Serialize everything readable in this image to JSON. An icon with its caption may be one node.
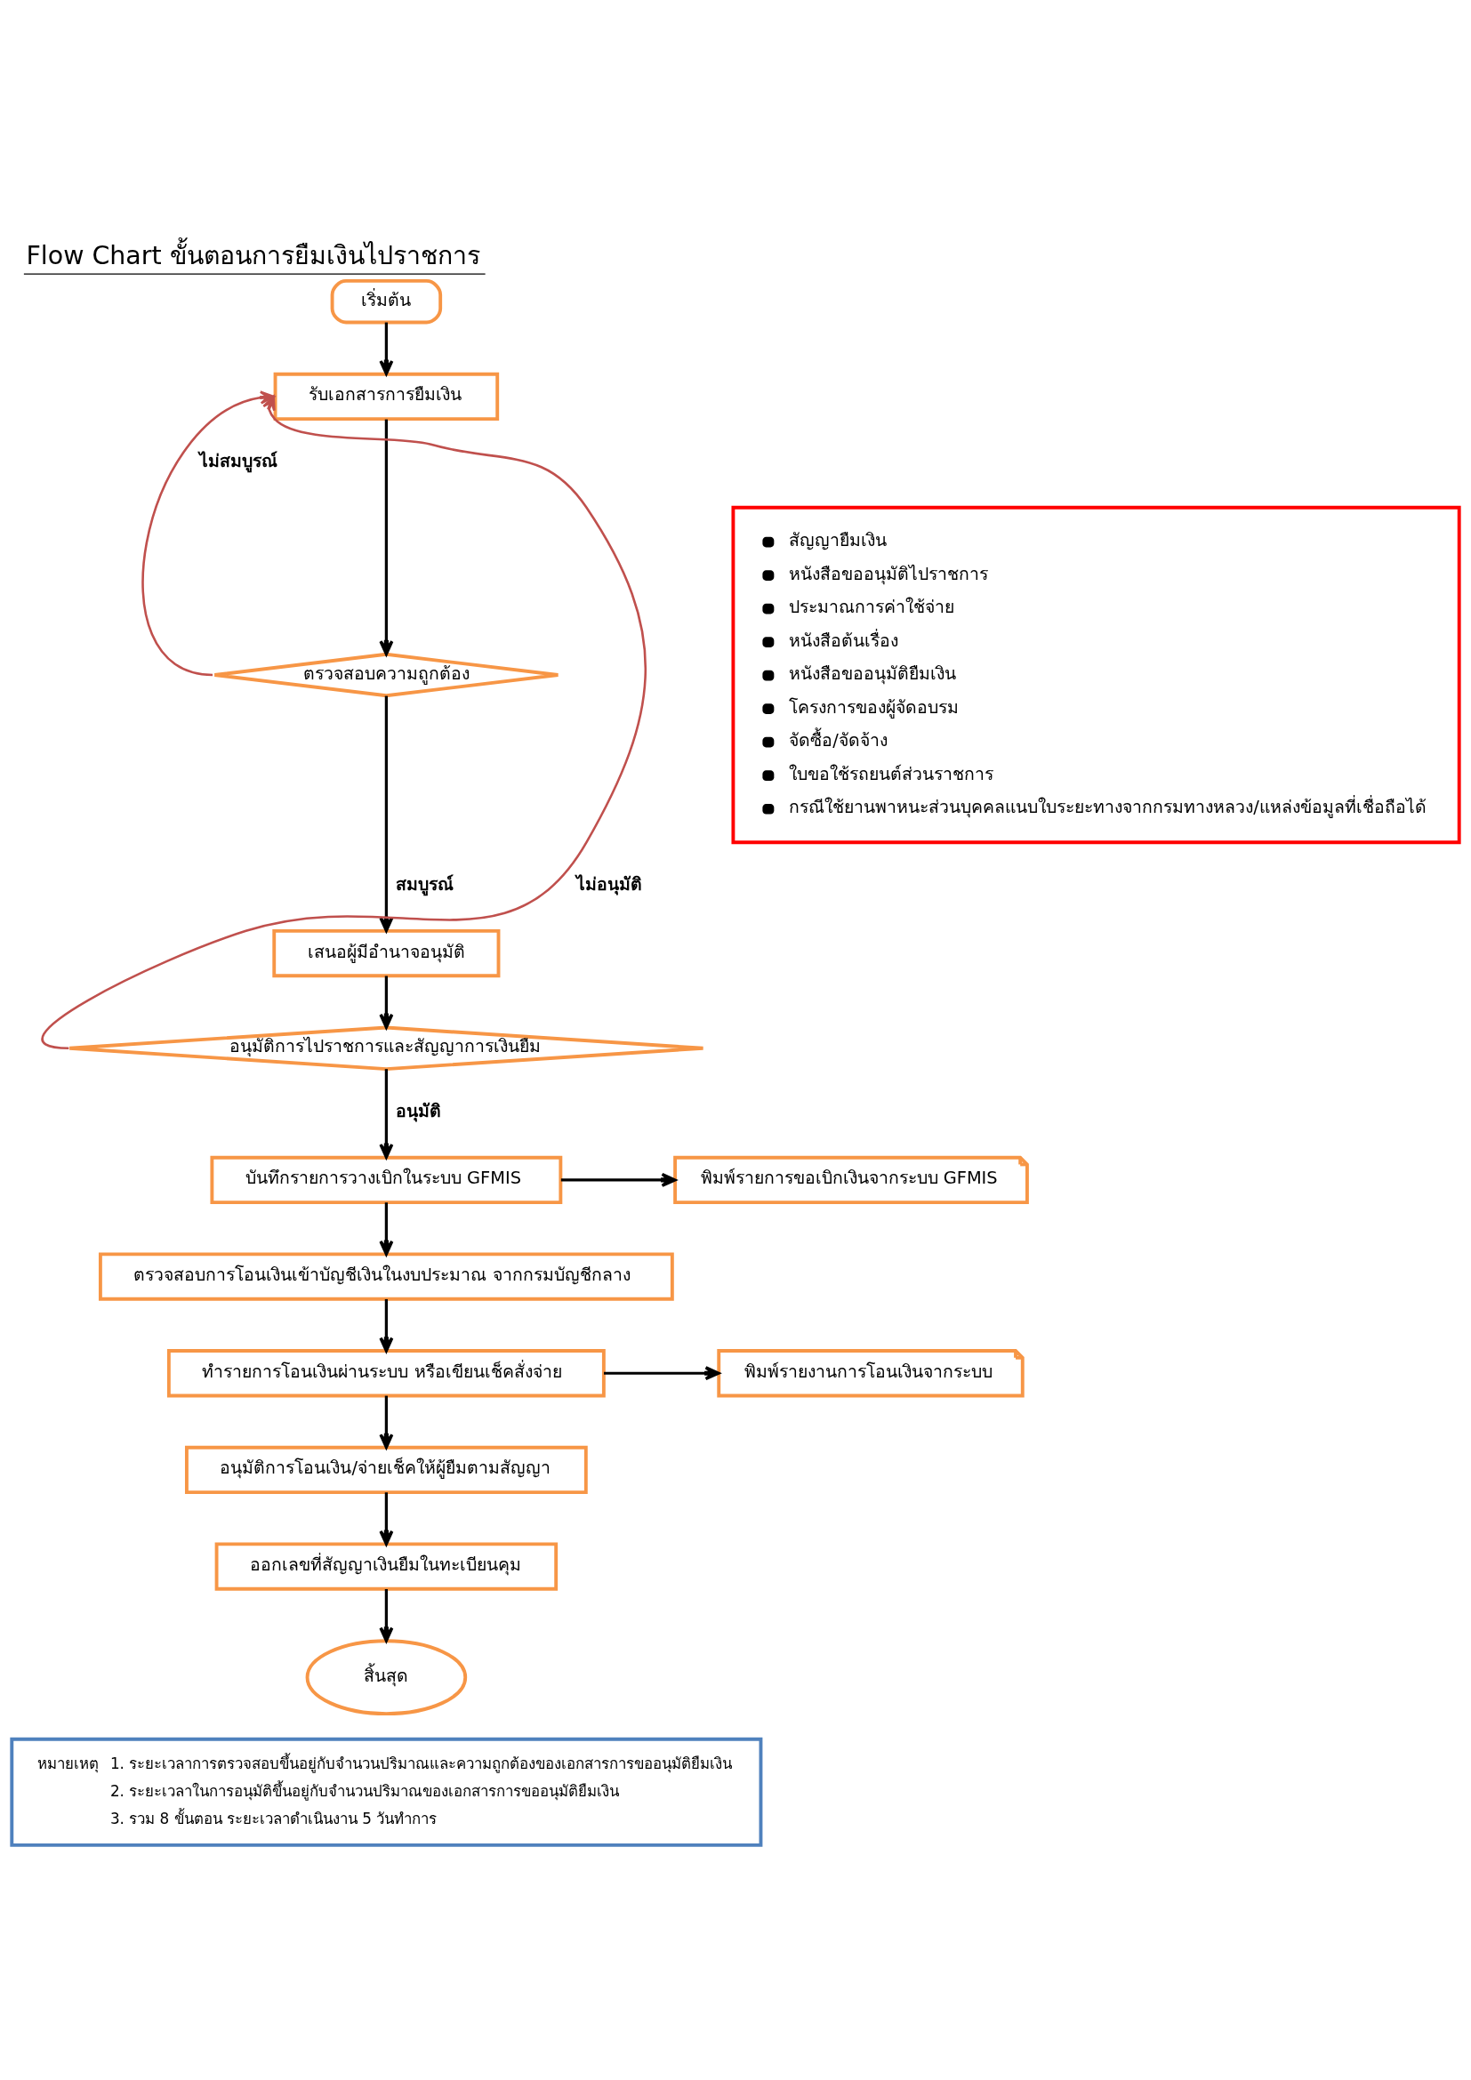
{
  "diagram": {
    "title": "Flow Chart ขั้นตอนการยืมเงินไปราชการ",
    "nodes": [
      {
        "text": [
          "เริ่มต้น"
        ]
      },
      {
        "text": [
          "รับเอกสารการยืมเงิน"
        ]
      },
      {
        "text": [
          "ตรวจสอบความถูกต้อง"
        ]
      },
      {
        "text": [
          "เสนอผู้มีอำนาจอนุมัติ"
        ]
      },
      {
        "text": [
          "อนุมัติการไปราชการและสัญญาการเงินยืม"
        ]
      },
      {
        "text": [
          "บันทึกรายการวางเบิกในระบบ GFMIS"
        ]
      },
      {
        "text": [
          "พิมพ์รายการขอเบิกเงินจากระบบ GFMIS"
        ]
      },
      {
        "text": [
          "ตรวจสอบการโอนเงินเข้าบัญชีเงินในงบประมาณ จากกรมบัญชีกลาง"
        ]
      },
      {
        "text": [
          "ทำรายการโอนเงินผ่านระบบ หรือเขียนเช็คสั่งจ่าย"
        ]
      },
      {
        "text": [
          "พิมพ์รายงานการโอนเงินจากระบบ"
        ]
      },
      {
        "text": [
          "อนุมัติการโอนเงิน/จ่ายเช็คให้ผู้ยืมตามสัญญา"
        ]
      },
      {
        "text": [
          "ออกเลขที่สัญญาเงินยืมในทะเบียนคุม"
        ]
      },
      {
        "text": [
          "สิ้นสุด"
        ]
      },
      {
        "text": [
          "สัญญายืมเงิน",
          "หนังสือขออนุมัติไปราชการ",
          "ประมาณการค่าใช้จ่าย",
          "หนังสือต้นเรื่อง",
          "หนังสือขออนุมัติยืมเงิน",
          "โครงการของผู้จัดอบรม",
          "จัดซื้อ/จัดจ้าง",
          "ใบขอใช้รถยนต์ส่วนราชการ",
          "กรณีใช้ยานพาหนะส่วนบุคคลแนบใบระยะทางจากกรมทางหลวง/แหล่งข้อมูลที่เชื่อถือได้"
        ]
      },
      {
        "text": [
          "หมายเหตุ",
          "1. ระยะเวลาการตรวจสอบขึ้นอยู่กับจำนวนปริมาณและความถูกต้องของเอกสารการขออนุมัติยืมเงิน",
          "2. ระยะเวลาในการอนุมัติขึ้นอยู่กับจำนวนปริมาณของเอกสารการขออนุมัติยืมเงิน",
          "3. รวม 8 ขั้นตอน ระยะเวลาดำเนินงาน 5 วันทำการ"
        ]
      }
    ],
    "edges": [
      {
        "from": 0,
        "to": 1,
        "arrow": "to"
      },
      {
        "from": 1,
        "to": 2,
        "arrow": "to"
      },
      {
        "from": 2,
        "to": 3,
        "arrow": "to",
        "label": "สมบูรณ์"
      },
      {
        "from": 2,
        "to": 1,
        "arrow": "to",
        "label": "ไม่สมบูรณ์",
        "color": "#c0504d"
      },
      {
        "from": 3,
        "to": 4,
        "arrow": "to"
      },
      {
        "from": 4,
        "to": 1,
        "arrow": "to",
        "label": "ไม่อนุมัติ",
        "color": "#c0504d"
      },
      {
        "from": 4,
        "to": 5,
        "arrow": "to",
        "label": "อนุมัติ"
      },
      {
        "from": 5,
        "to": 6,
        "arrow": "to"
      },
      {
        "from": 5,
        "to": 7,
        "arrow": "to"
      },
      {
        "from": 7,
        "to": 8,
        "arrow": "to"
      },
      {
        "from": 8,
        "to": 9,
        "arrow": "to"
      },
      {
        "from": 8,
        "to": 10,
        "arrow": "to"
      },
      {
        "from": 10,
        "to": 11,
        "arrow": "to"
      },
      {
        "from": 11,
        "to": 12,
        "arrow": "to"
      }
    ]
  }
}
